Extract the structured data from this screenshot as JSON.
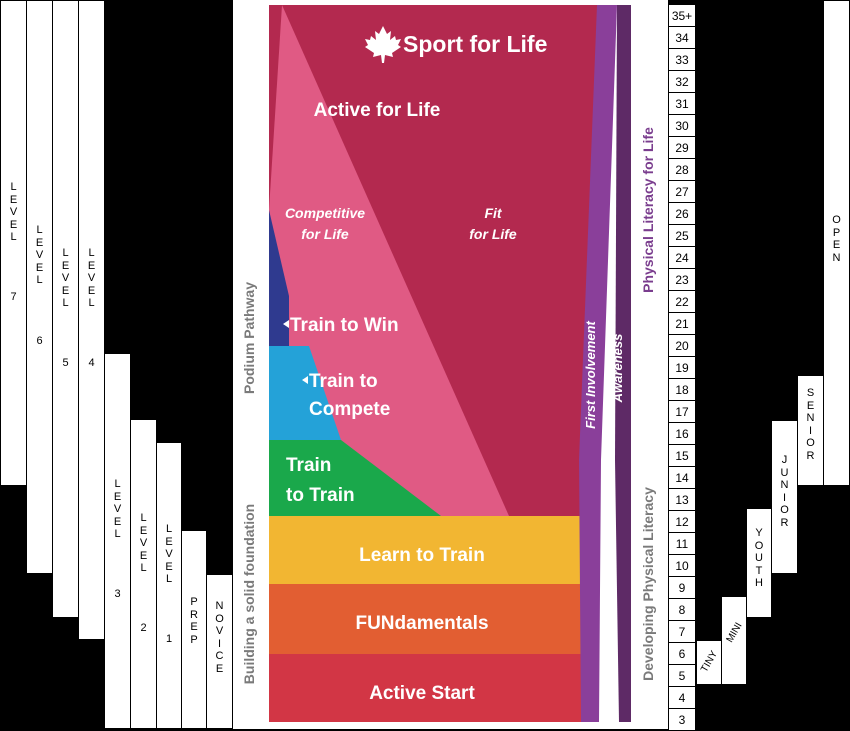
{
  "left_levels": [
    {
      "label": "LEVEL",
      "num": "7"
    },
    {
      "label": "LEVEL",
      "num": "6"
    },
    {
      "label": "LEVEL",
      "num": "5"
    },
    {
      "label": "LEVEL",
      "num": "4"
    },
    {
      "label": "LEVEL",
      "num": "3"
    },
    {
      "label": "LEVEL",
      "num": "2"
    },
    {
      "label": "LEVEL",
      "num": "1"
    },
    {
      "label": "PREP",
      "num": ""
    },
    {
      "label": "NOVICE",
      "num": ""
    }
  ],
  "side_labels": {
    "podium": "Podium Pathway",
    "foundation": "Building a solid foundation",
    "pl_for_life": "Physical Literacy for Life",
    "developing_pl": "Developing Physical Literacy",
    "first_involvement": "First Involvement",
    "awareness": "Awareness"
  },
  "diagram": {
    "logo": "Sport for Life",
    "active_for_life": "Active for Life",
    "competitive_l1": "Competitive",
    "competitive_l2": "for Life",
    "fit_l1": "Fit",
    "fit_l2": "for Life",
    "train_to_win": "Train to Win",
    "train_to_compete_l1": "Train to",
    "train_to_compete_l2": "Compete",
    "train_to_train_l1": "Train",
    "train_to_train_l2": "to Train",
    "learn_to_train": "Learn to Train",
    "fundamentals": "FUNdamentals",
    "active_start": "Active Start",
    "colors": {
      "maroon": "#b3294f",
      "pink": "#e05a84",
      "navy": "#2f3a8f",
      "cyan": "#24a2d8",
      "green": "#1aa84b",
      "yellow": "#f2b632",
      "orange": "#e25e32",
      "red": "#d23645",
      "purple": "#8a3f9a",
      "dark_purple": "#5e2a66"
    }
  },
  "ages": [
    "35+",
    "34",
    "33",
    "32",
    "31",
    "30",
    "29",
    "28",
    "27",
    "26",
    "25",
    "24",
    "23",
    "22",
    "21",
    "20",
    "19",
    "18",
    "17",
    "16",
    "15",
    "14",
    "13",
    "12",
    "11",
    "10",
    "9",
    "8",
    "7",
    "6",
    "5",
    "4",
    "3"
  ],
  "right_categories": {
    "tiny": "TINY",
    "mini": "MINI",
    "youth": "YOUTH",
    "junior": "JUNIOR",
    "senior": "SENIOR",
    "open": "OPEN"
  }
}
